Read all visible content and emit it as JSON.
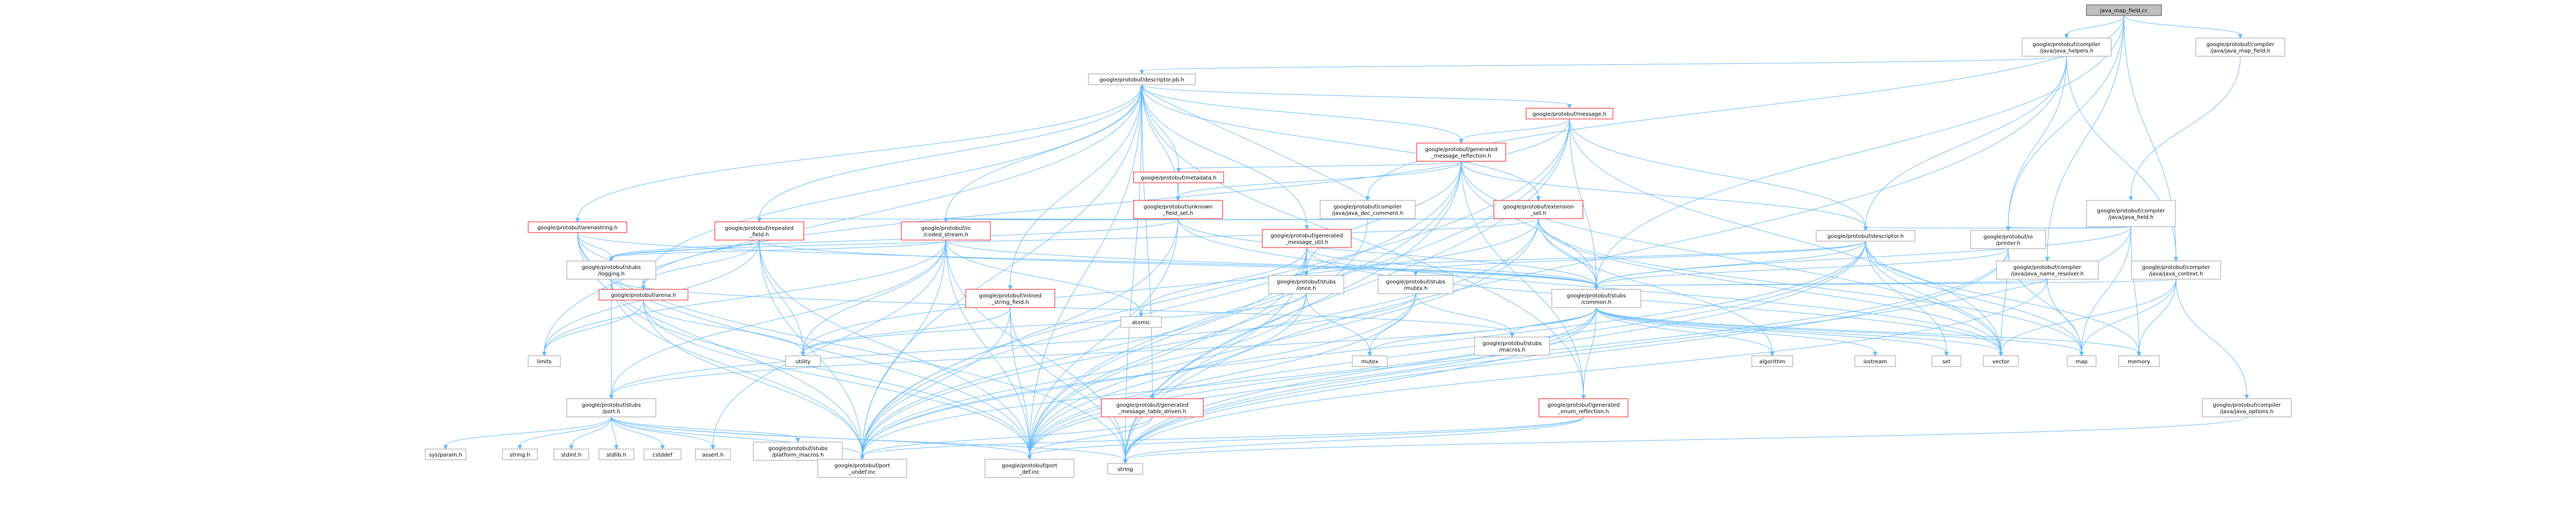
{
  "diagram": {
    "nodes": [
      {
        "id": "root",
        "lines": [
          "java_map_field.cc"
        ],
        "style": "root"
      },
      {
        "id": "java_helpers",
        "lines": [
          "google/protobuf/compiler",
          "/java/java_helpers.h"
        ]
      },
      {
        "id": "java_map_field_h",
        "lines": [
          "google/protobuf/compiler",
          "/java/java_map_field.h"
        ]
      },
      {
        "id": "descriptor_pb",
        "lines": [
          "google/protobuf/descriptor.pb.h"
        ]
      },
      {
        "id": "message",
        "lines": [
          "google/protobuf/message.h"
        ],
        "style": "red"
      },
      {
        "id": "generated_message_reflection",
        "lines": [
          "google/protobuf/generated",
          "_message_reflection.h"
        ],
        "style": "red"
      },
      {
        "id": "metadata",
        "lines": [
          "google/protobuf/metadata.h"
        ],
        "style": "red"
      },
      {
        "id": "unknown_field_set",
        "lines": [
          "google/protobuf/unknown",
          "_field_set.h"
        ],
        "style": "red"
      },
      {
        "id": "java_doc_comment",
        "lines": [
          "google/protobuf/compiler",
          "/java/java_doc_comment.h"
        ]
      },
      {
        "id": "extension_set",
        "lines": [
          "google/protobuf/extension",
          "_set.h"
        ],
        "style": "red"
      },
      {
        "id": "java_field",
        "lines": [
          "google/protobuf/compiler",
          "/java/java_field.h"
        ]
      },
      {
        "id": "arenastring",
        "lines": [
          "google/protobuf/arenastring.h"
        ],
        "style": "red"
      },
      {
        "id": "repeated_field",
        "lines": [
          "google/protobuf/repeated",
          "_field.h"
        ],
        "style": "red"
      },
      {
        "id": "coded_stream",
        "lines": [
          "google/protobuf/io",
          "/coded_stream.h"
        ],
        "style": "red"
      },
      {
        "id": "generated_message_util",
        "lines": [
          "google/protobuf/generated",
          "_message_util.h"
        ],
        "style": "red"
      },
      {
        "id": "descriptor_h",
        "lines": [
          "google/protobuf/descriptor.h"
        ]
      },
      {
        "id": "printer",
        "lines": [
          "google/protobuf/io",
          "/printer.h"
        ]
      },
      {
        "id": "java_name_resolver",
        "lines": [
          "google/protobuf/compiler",
          "/java/java_name_resolver.h"
        ]
      },
      {
        "id": "java_context",
        "lines": [
          "google/protobuf/compiler",
          "/java/java_context.h"
        ]
      },
      {
        "id": "stubs_logging",
        "lines": [
          "google/protobuf/stubs",
          "/logging.h"
        ]
      },
      {
        "id": "arena",
        "lines": [
          "google/protobuf/arena.h"
        ],
        "style": "red"
      },
      {
        "id": "inlined_string_field",
        "lines": [
          "google/protobuf/inlined",
          "_string_field.h"
        ],
        "style": "red"
      },
      {
        "id": "stubs_once",
        "lines": [
          "google/protobuf/stubs",
          "/once.h"
        ]
      },
      {
        "id": "stubs_mutex",
        "lines": [
          "google/protobuf/stubs",
          "/mutex.h"
        ]
      },
      {
        "id": "stubs_common",
        "lines": [
          "google/protobuf/stubs",
          "/common.h"
        ]
      },
      {
        "id": "atomic",
        "lines": [
          "atomic"
        ]
      },
      {
        "id": "limits",
        "lines": [
          "limits"
        ]
      },
      {
        "id": "utility",
        "lines": [
          "utility"
        ]
      },
      {
        "id": "mutex",
        "lines": [
          "mutex"
        ]
      },
      {
        "id": "stubs_macros",
        "lines": [
          "google/protobuf/stubs",
          "/macros.h"
        ]
      },
      {
        "id": "algorithm",
        "lines": [
          "algorithm"
        ]
      },
      {
        "id": "iostream",
        "lines": [
          "iostream"
        ]
      },
      {
        "id": "set",
        "lines": [
          "set"
        ]
      },
      {
        "id": "vector",
        "lines": [
          "vector"
        ]
      },
      {
        "id": "map",
        "lines": [
          "map"
        ]
      },
      {
        "id": "memory",
        "lines": [
          "memory"
        ]
      },
      {
        "id": "stubs_port",
        "lines": [
          "google/protobuf/stubs",
          "/port.h"
        ]
      },
      {
        "id": "generated_message_table_driven",
        "lines": [
          "google/protobuf/generated",
          "_message_table_driven.h"
        ],
        "style": "red"
      },
      {
        "id": "generated_enum_reflection",
        "lines": [
          "google/protobuf/generated",
          "_enum_reflection.h"
        ],
        "style": "red"
      },
      {
        "id": "java_options",
        "lines": [
          "google/protobuf/compiler",
          "/java/java_options.h"
        ]
      },
      {
        "id": "sysparam",
        "lines": [
          "sys/param.h"
        ]
      },
      {
        "id": "string_h",
        "lines": [
          "string.h"
        ]
      },
      {
        "id": "stdint",
        "lines": [
          "stdint.h"
        ]
      },
      {
        "id": "stdlib",
        "lines": [
          "stdlib.h"
        ]
      },
      {
        "id": "cstddef",
        "lines": [
          "cstddef"
        ]
      },
      {
        "id": "assert",
        "lines": [
          "assert.h"
        ]
      },
      {
        "id": "platform_macros",
        "lines": [
          "google/protobuf/stubs",
          "/platform_macros.h"
        ]
      },
      {
        "id": "port_undef",
        "lines": [
          "google/protobuf/port",
          "_undef.inc"
        ]
      },
      {
        "id": "port_def",
        "lines": [
          "google/protobuf/port",
          "_def.inc"
        ]
      },
      {
        "id": "string",
        "lines": [
          "string"
        ]
      }
    ],
    "edges": [
      [
        "root",
        "java_helpers"
      ],
      [
        "root",
        "java_map_field_h"
      ],
      [
        "root",
        "java_doc_comment"
      ],
      [
        "root",
        "printer"
      ],
      [
        "root",
        "java_context"
      ],
      [
        "root",
        "java_name_resolver"
      ],
      [
        "root",
        "stubs_common"
      ],
      [
        "java_helpers",
        "descriptor_pb"
      ],
      [
        "java_helpers",
        "descriptor_h"
      ],
      [
        "java_helpers",
        "printer"
      ],
      [
        "java_helpers",
        "java_context"
      ],
      [
        "java_helpers",
        "string"
      ],
      [
        "java_map_field_h",
        "java_field"
      ],
      [
        "descriptor_pb",
        "message"
      ],
      [
        "descriptor_pb",
        "generated_message_reflection"
      ],
      [
        "descriptor_pb",
        "metadata"
      ],
      [
        "descriptor_pb",
        "unknown_field_set"
      ],
      [
        "descriptor_pb",
        "extension_set"
      ],
      [
        "descriptor_pb",
        "arenastring"
      ],
      [
        "descriptor_pb",
        "repeated_field"
      ],
      [
        "descriptor_pb",
        "coded_stream"
      ],
      [
        "descriptor_pb",
        "generated_message_util"
      ],
      [
        "descriptor_pb",
        "generated_message_table_driven"
      ],
      [
        "descriptor_pb",
        "generated_enum_reflection"
      ],
      [
        "descriptor_pb",
        "inlined_string_field"
      ],
      [
        "descriptor_pb",
        "arena"
      ],
      [
        "descriptor_pb",
        "limits"
      ],
      [
        "descriptor_pb",
        "port_def"
      ],
      [
        "descriptor_pb",
        "port_undef"
      ],
      [
        "descriptor_pb",
        "string"
      ],
      [
        "message",
        "generated_message_reflection"
      ],
      [
        "message",
        "descriptor_h"
      ],
      [
        "message",
        "stubs_common"
      ],
      [
        "message",
        "arena"
      ],
      [
        "message",
        "vector"
      ],
      [
        "message",
        "string"
      ],
      [
        "message",
        "port_def"
      ],
      [
        "message",
        "port_undef"
      ],
      [
        "generated_message_reflection",
        "metadata"
      ],
      [
        "generated_message_reflection",
        "unknown_field_set"
      ],
      [
        "generated_message_reflection",
        "descriptor_h"
      ],
      [
        "generated_message_reflection",
        "stubs_common"
      ],
      [
        "generated_message_reflection",
        "stubs_once"
      ],
      [
        "generated_message_reflection",
        "generated_enum_reflection"
      ],
      [
        "generated_message_reflection",
        "vector"
      ],
      [
        "generated_message_reflection",
        "string"
      ],
      [
        "generated_message_reflection",
        "port_def"
      ],
      [
        "generated_message_reflection",
        "port_undef"
      ],
      [
        "metadata",
        "unknown_field_set"
      ],
      [
        "unknown_field_set",
        "coded_stream"
      ],
      [
        "unknown_field_set",
        "stubs_common"
      ],
      [
        "unknown_field_set",
        "stubs_logging"
      ],
      [
        "unknown_field_set",
        "vector"
      ],
      [
        "unknown_field_set",
        "port_def"
      ],
      [
        "unknown_field_set",
        "port_undef"
      ],
      [
        "java_doc_comment",
        "descriptor_pb"
      ],
      [
        "java_doc_comment",
        "port_def"
      ],
      [
        "extension_set",
        "coded_stream"
      ],
      [
        "extension_set",
        "repeated_field"
      ],
      [
        "extension_set",
        "stubs_common"
      ],
      [
        "extension_set",
        "stubs_logging"
      ],
      [
        "extension_set",
        "map"
      ],
      [
        "extension_set",
        "vector"
      ],
      [
        "extension_set",
        "utility"
      ],
      [
        "extension_set",
        "algorithm"
      ],
      [
        "extension_set",
        "port_def"
      ],
      [
        "extension_set",
        "port_undef"
      ],
      [
        "java_field",
        "descriptor_h"
      ],
      [
        "java_field",
        "printer"
      ],
      [
        "java_field",
        "stubs_common"
      ],
      [
        "java_field",
        "map"
      ],
      [
        "java_field",
        "memory"
      ],
      [
        "java_field",
        "string"
      ],
      [
        "arenastring",
        "arena"
      ],
      [
        "arenastring",
        "stubs_logging"
      ],
      [
        "arenastring",
        "stubs_common"
      ],
      [
        "arenastring",
        "port_def"
      ],
      [
        "arenastring",
        "port_undef"
      ],
      [
        "arenastring",
        "string"
      ],
      [
        "repeated_field",
        "arena"
      ],
      [
        "repeated_field",
        "stubs_common"
      ],
      [
        "repeated_field",
        "stubs_logging"
      ],
      [
        "repeated_field",
        "utility"
      ],
      [
        "repeated_field",
        "limits"
      ],
      [
        "repeated_field",
        "port_def"
      ],
      [
        "repeated_field",
        "port_undef"
      ],
      [
        "coded_stream",
        "stubs_common"
      ],
      [
        "coded_stream",
        "stubs_logging"
      ],
      [
        "coded_stream",
        "stubs_port"
      ],
      [
        "coded_stream",
        "atomic"
      ],
      [
        "coded_stream",
        "limits"
      ],
      [
        "coded_stream",
        "string"
      ],
      [
        "coded_stream",
        "utility"
      ],
      [
        "coded_stream",
        "port_def"
      ],
      [
        "coded_stream",
        "port_undef"
      ],
      [
        "coded_stream",
        "assert"
      ],
      [
        "generated_message_util",
        "atomic"
      ],
      [
        "generated_message_util",
        "stubs_common"
      ],
      [
        "generated_message_util",
        "stubs_once"
      ],
      [
        "generated_message_util",
        "vector"
      ],
      [
        "generated_message_util",
        "string"
      ],
      [
        "generated_message_util",
        "port_def"
      ],
      [
        "generated_message_util",
        "port_undef"
      ],
      [
        "descriptor_h",
        "stubs_common"
      ],
      [
        "descriptor_h",
        "stubs_mutex"
      ],
      [
        "descriptor_h",
        "stubs_once"
      ],
      [
        "descriptor_h",
        "map"
      ],
      [
        "descriptor_h",
        "memory"
      ],
      [
        "descriptor_h",
        "set"
      ],
      [
        "descriptor_h",
        "string"
      ],
      [
        "descriptor_h",
        "vector"
      ],
      [
        "descriptor_h",
        "port_def"
      ],
      [
        "descriptor_h",
        "port_undef"
      ],
      [
        "printer",
        "stubs_common"
      ],
      [
        "printer",
        "map"
      ],
      [
        "printer",
        "string"
      ],
      [
        "printer",
        "vector"
      ],
      [
        "printer",
        "port_def"
      ],
      [
        "java_name_resolver",
        "stubs_common"
      ],
      [
        "java_name_resolver",
        "map"
      ],
      [
        "java_name_resolver",
        "string"
      ],
      [
        "java_context",
        "java_options"
      ],
      [
        "java_context",
        "stubs_common"
      ],
      [
        "java_context",
        "map"
      ],
      [
        "java_context",
        "memory"
      ],
      [
        "java_context",
        "vector"
      ],
      [
        "stubs_logging",
        "stubs_port"
      ],
      [
        "stubs_logging",
        "stubs_macros"
      ],
      [
        "stubs_logging",
        "port_def"
      ],
      [
        "stubs_logging",
        "port_undef"
      ],
      [
        "arena",
        "limits"
      ],
      [
        "arena",
        "utility"
      ],
      [
        "arena",
        "port_def"
      ],
      [
        "arena",
        "port_undef"
      ],
      [
        "inlined_string_field",
        "port_def"
      ],
      [
        "inlined_string_field",
        "port_undef"
      ],
      [
        "inlined_string_field",
        "string"
      ],
      [
        "inlined_string_field",
        "utility"
      ],
      [
        "stubs_once",
        "mutex"
      ],
      [
        "stubs_once",
        "utility"
      ],
      [
        "stubs_once",
        "port_def"
      ],
      [
        "stubs_once",
        "port_undef"
      ],
      [
        "stubs_mutex",
        "mutex"
      ],
      [
        "stubs_mutex",
        "stubs_macros"
      ],
      [
        "stubs_mutex",
        "stubs_port"
      ],
      [
        "stubs_mutex",
        "port_def"
      ],
      [
        "stubs_mutex",
        "port_undef"
      ],
      [
        "stubs_common",
        "algorithm"
      ],
      [
        "stubs_common",
        "iostream"
      ],
      [
        "stubs_common",
        "map"
      ],
      [
        "stubs_common",
        "memory"
      ],
      [
        "stubs_common",
        "set"
      ],
      [
        "stubs_common",
        "string"
      ],
      [
        "stubs_common",
        "vector"
      ],
      [
        "stubs_common",
        "stubs_macros"
      ],
      [
        "stubs_common",
        "stubs_platform"
      ],
      [
        "stubs_common",
        "stubs_port"
      ],
      [
        "stubs_common",
        "port_def"
      ],
      [
        "stubs_common",
        "port_undef"
      ],
      [
        "stubs_common",
        "mutex"
      ],
      [
        "stubs_common",
        "generated_enum_reflection"
      ],
      [
        "stubs_port",
        "assert"
      ],
      [
        "stubs_port",
        "cstddef"
      ],
      [
        "stubs_port",
        "stdlib"
      ],
      [
        "stubs_port",
        "stdint"
      ],
      [
        "stubs_port",
        "string_h"
      ],
      [
        "stubs_port",
        "sysparam"
      ],
      [
        "stubs_port",
        "platform_macros"
      ],
      [
        "stubs_port",
        "string"
      ],
      [
        "stubs_port",
        "port_def"
      ],
      [
        "stubs_port",
        "port_undef"
      ],
      [
        "generated_message_table_driven",
        "port_def"
      ],
      [
        "generated_message_table_driven",
        "port_undef"
      ],
      [
        "generated_enum_reflection",
        "port_def"
      ],
      [
        "generated_enum_reflection",
        "port_undef"
      ],
      [
        "generated_enum_reflection",
        "string"
      ],
      [
        "java_options",
        "string"
      ]
    ]
  }
}
